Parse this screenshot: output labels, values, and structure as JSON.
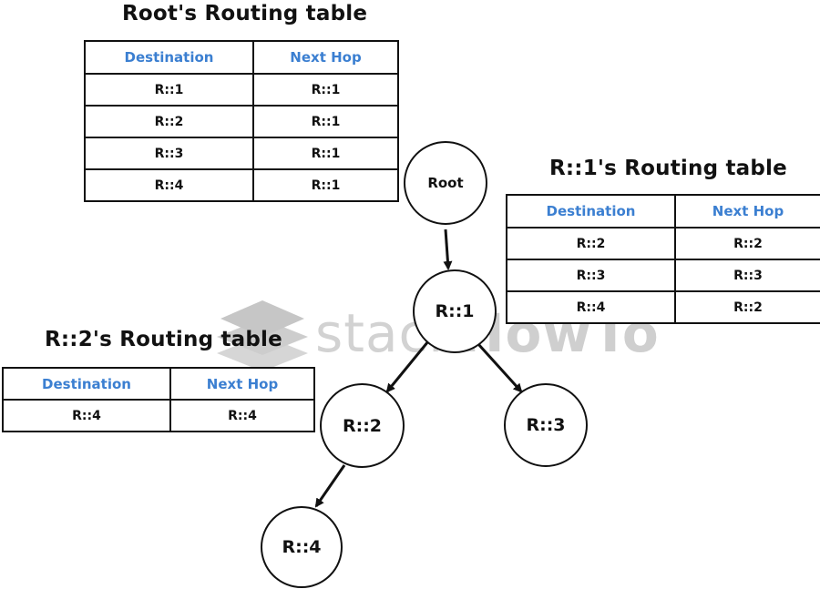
{
  "watermark": {
    "stack": "stack",
    "how": "HowTo"
  },
  "tables": {
    "root": {
      "title": "Root's Routing table",
      "headers": [
        "Destination",
        "Next Hop"
      ],
      "rows": [
        [
          "R::1",
          "R::1"
        ],
        [
          "R::2",
          "R::1"
        ],
        [
          "R::3",
          "R::1"
        ],
        [
          "R::4",
          "R::1"
        ]
      ]
    },
    "r1": {
      "title": "R::1's Routing table",
      "headers": [
        "Destination",
        "Next Hop"
      ],
      "rows": [
        [
          "R::2",
          "R::2"
        ],
        [
          "R::3",
          "R::3"
        ],
        [
          "R::4",
          "R::2"
        ]
      ]
    },
    "r2": {
      "title": "R::2's Routing table",
      "headers": [
        "Destination",
        "Next Hop"
      ],
      "rows": [
        [
          "R::4",
          "R::4"
        ]
      ]
    }
  },
  "nodes": {
    "root": "Root",
    "r1": "R::1",
    "r2": "R::2",
    "r3": "R::3",
    "r4": "R::4"
  },
  "colors": {
    "header_text": "#3b7fd1",
    "stroke": "#111111",
    "watermark": "#d2d2d2"
  }
}
